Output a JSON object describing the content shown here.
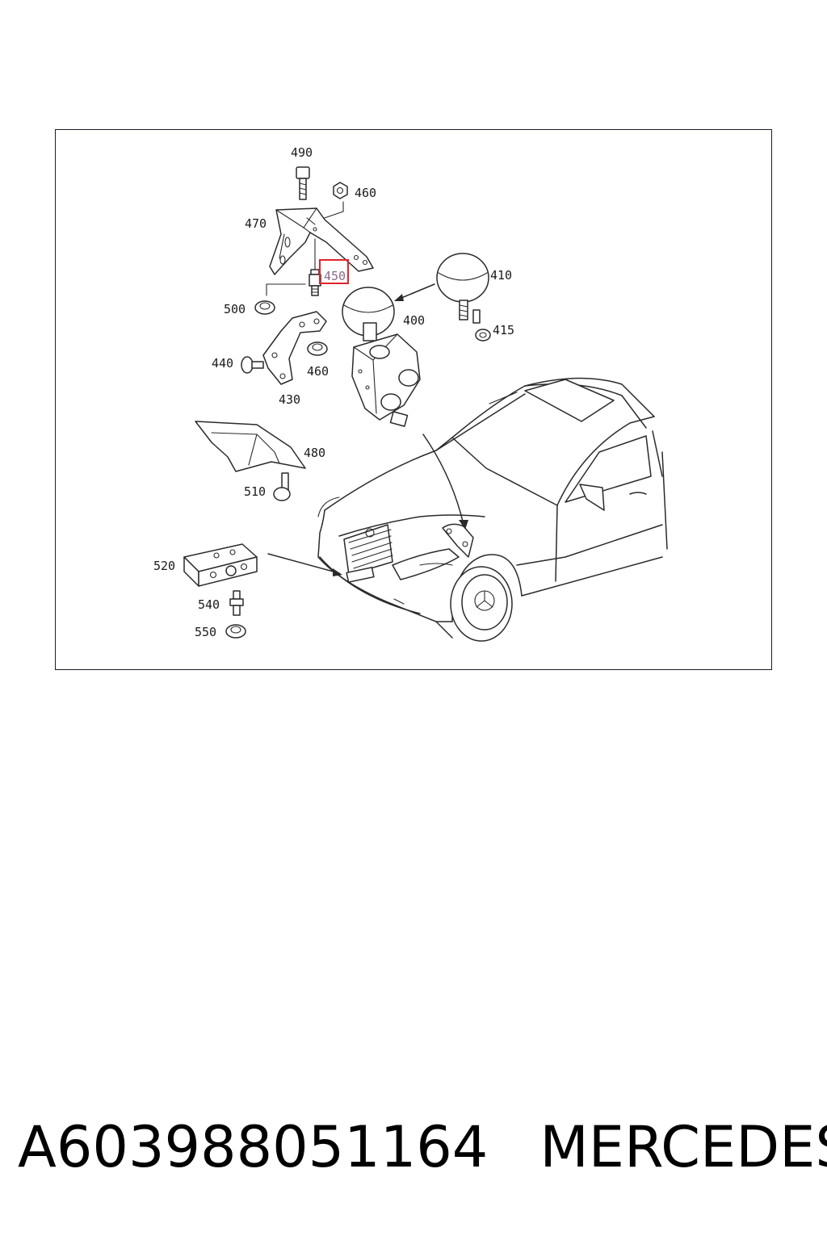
{
  "diagram": {
    "part_labels": {
      "p490": "490",
      "p460a": "460",
      "p470": "470",
      "p450": "450",
      "p410": "410",
      "p500": "500",
      "p400": "400",
      "p415": "415",
      "p440": "440",
      "p460b": "460",
      "p430": "430",
      "p480": "480",
      "p510": "510",
      "p520": "520",
      "p540": "540",
      "p550": "550"
    },
    "highlighted_part": "450",
    "highlight_color": "#e0242a"
  },
  "footer": {
    "part_number": "A603988051164",
    "brand": "MERCEDES"
  }
}
